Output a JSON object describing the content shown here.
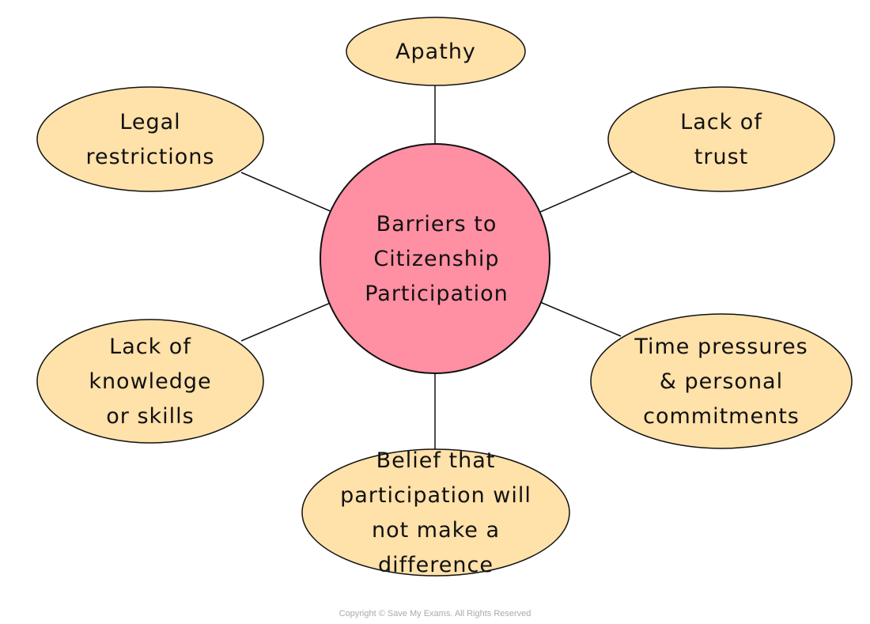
{
  "colors": {
    "center_fill": "#FF8FA3",
    "node_fill": "#FFE1AA",
    "stroke": "#111111"
  },
  "center": {
    "lines": [
      "Barriers to",
      "Citizenship",
      "Participation"
    ]
  },
  "nodes": [
    {
      "id": "apathy",
      "lines": [
        "Apathy"
      ]
    },
    {
      "id": "legal-restrictions",
      "lines": [
        "Legal",
        "restrictions"
      ]
    },
    {
      "id": "lack-of-trust",
      "lines": [
        "Lack of",
        "trust"
      ]
    },
    {
      "id": "lack-of-knowledge",
      "lines": [
        "Lack of",
        "knowledge",
        "or skills"
      ]
    },
    {
      "id": "time-pressures",
      "lines": [
        "Time pressures",
        "& personal",
        "commitments"
      ]
    },
    {
      "id": "belief-no-difference",
      "lines": [
        "Belief that",
        "participation will",
        "not make a",
        "difference"
      ]
    }
  ],
  "copyright": "Copyright © Save My Exams. All Rights Reserved"
}
